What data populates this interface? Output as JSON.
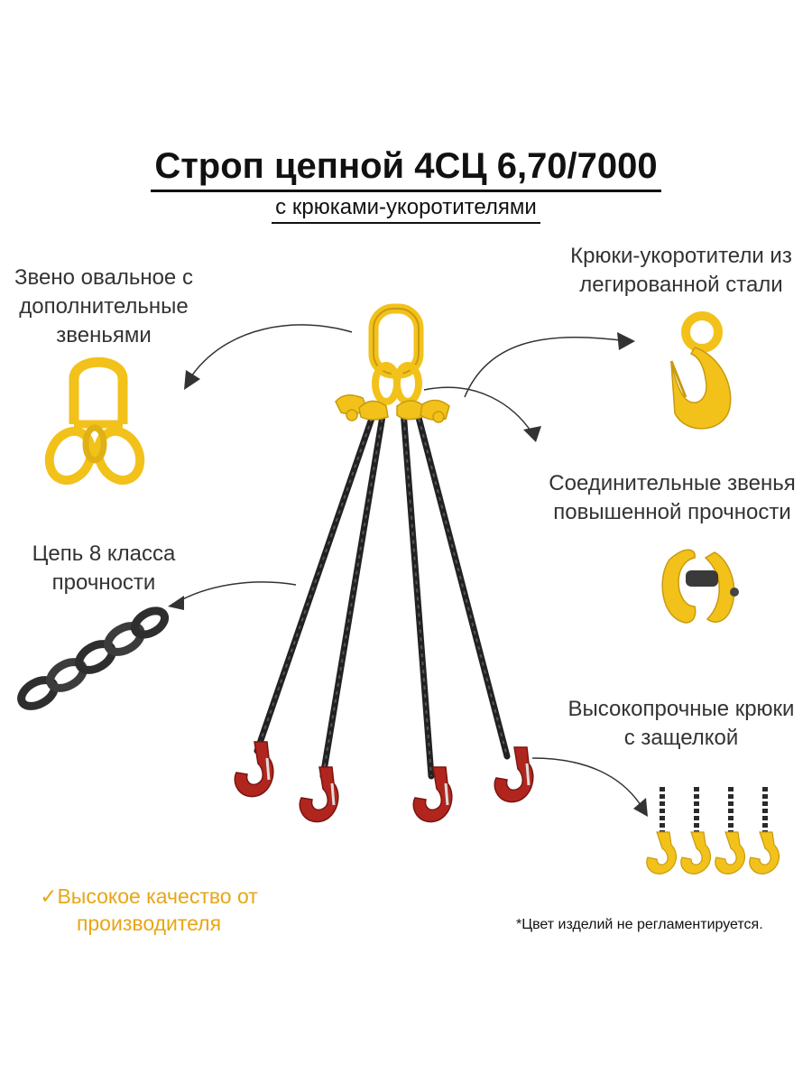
{
  "header": {
    "title": "Строп цепной 4СЦ 6,70/7000",
    "subtitle": "с крюками-укоротителями"
  },
  "features": {
    "oval_link": [
      "Звено овальное с",
      "дополнительные",
      "звеньями"
    ],
    "shortening_hooks": [
      "Крюки-укоротители из",
      "легированной стали"
    ],
    "connecting_links": [
      "Соединительные звенья",
      "повышенной прочности"
    ],
    "chain": [
      "Цепь 8 класса",
      "прочности"
    ],
    "latch_hooks": [
      "Высокопрочные крюки",
      "с защелкой"
    ]
  },
  "quality": {
    "check": "✓",
    "lines": [
      "Высокое качество от",
      "производителя"
    ]
  },
  "footnote": "*Цвет изделий не регламентируется.",
  "colors": {
    "yellow": "#f2c21b",
    "yellow_dark": "#c99a10",
    "chain": "#2a2a2a",
    "hook_red": "#b0261e",
    "accent_orange": "#e8a614"
  }
}
